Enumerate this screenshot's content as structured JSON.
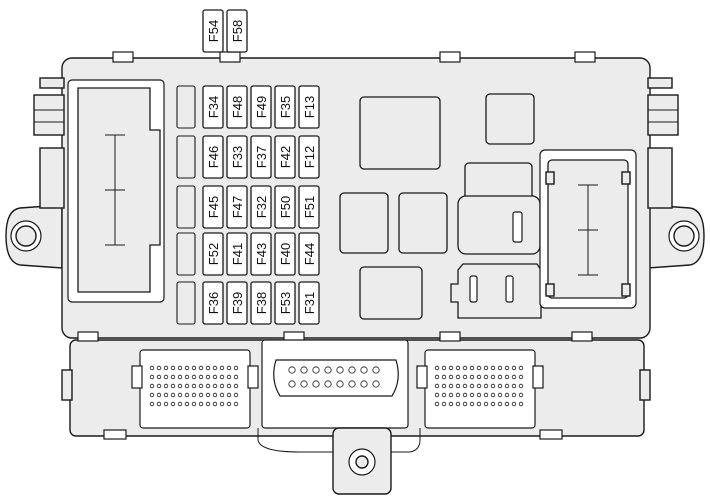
{
  "diagram": {
    "external_fuses": [
      "F54",
      "F58"
    ],
    "fuse_rows": [
      [
        "F34",
        "F48",
        "F49",
        "F35",
        "F13"
      ],
      [
        "F46",
        "F33",
        "F37",
        "F42",
        "F12"
      ],
      [
        "F45",
        "F47",
        "F32",
        "F50",
        "F51"
      ],
      [
        "F52",
        "F41",
        "F43",
        "F40",
        "F44"
      ],
      [
        "F36",
        "F39",
        "F38",
        "F53",
        "F31"
      ]
    ]
  }
}
